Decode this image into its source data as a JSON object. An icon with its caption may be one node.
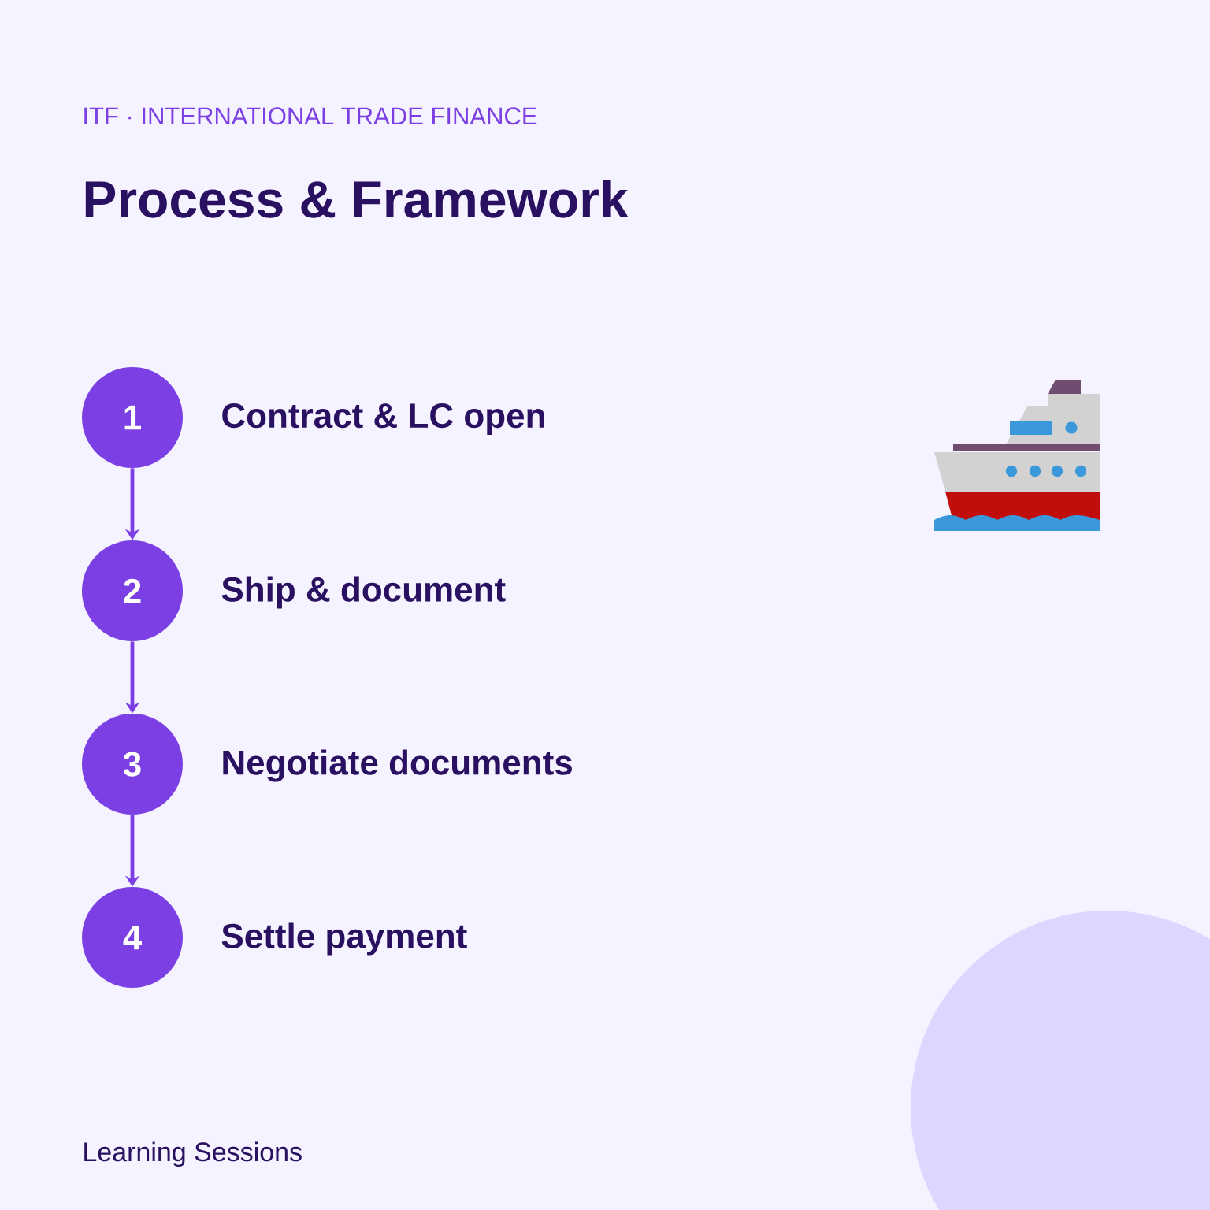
{
  "diagram": {
    "title": "Process & Framework",
    "nodes": [
      {
        "text": [
          "1"
        ],
        "beside": [
          "Contract & LC open"
        ]
      },
      {
        "text": [
          "2"
        ],
        "beside": [
          "Ship & document"
        ]
      },
      {
        "text": [
          "3"
        ],
        "beside": [
          "Negotiate documents"
        ]
      },
      {
        "text": [
          "4"
        ],
        "beside": [
          "Settle payment"
        ]
      }
    ],
    "edges": [
      {
        "from": 0,
        "to": 1,
        "arrow": "to"
      },
      {
        "from": 1,
        "to": 2,
        "arrow": "to"
      },
      {
        "from": 2,
        "to": 3,
        "arrow": "to"
      }
    ],
    "labels": [
      "ITF · INTERNATIONAL TRADE FINANCE",
      "Learning Sessions"
    ]
  }
}
